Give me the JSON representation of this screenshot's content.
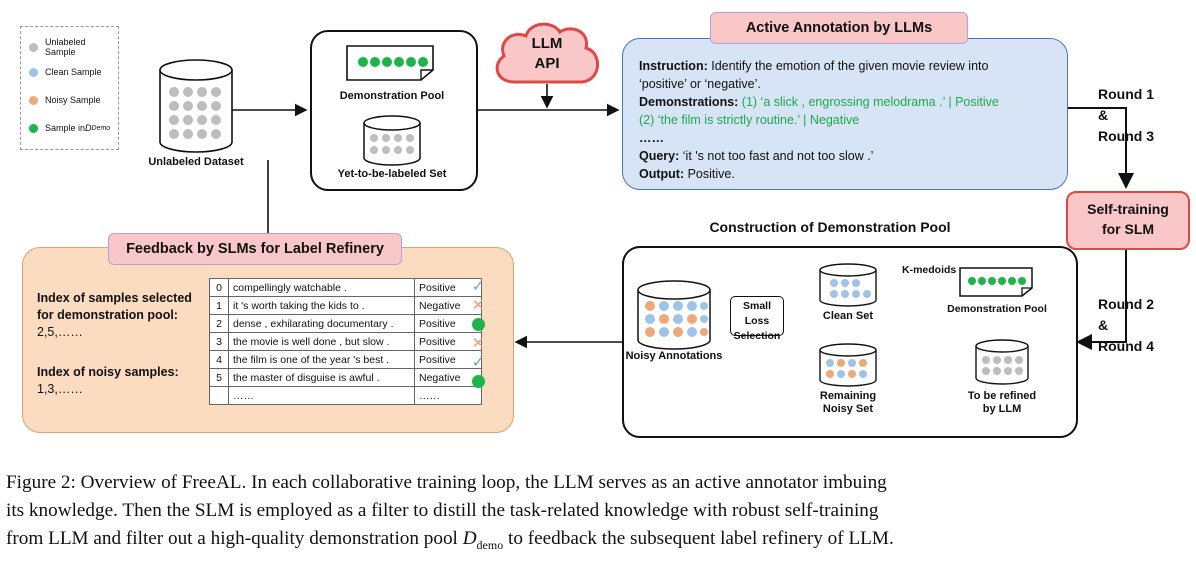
{
  "legend": {
    "items": [
      {
        "label": "Unlabeled Sample",
        "color": "#bdbdbd"
      },
      {
        "label": "Clean Sample",
        "color": "#9fc3e8"
      },
      {
        "label": "Noisy Sample",
        "color": "#f0a878"
      },
      {
        "label": "Sample in ",
        "color": "#1db44a",
        "math": "D",
        "sub": "Demo"
      }
    ]
  },
  "unlabeled_dataset": "Unlabeled Dataset",
  "pool_box": {
    "demo_pool": "Demonstration Pool",
    "yet_to_label": "Yet-to-be-labeled Set"
  },
  "llm_api": {
    "line1": "LLM",
    "line2": "API"
  },
  "active_annotation": {
    "title": "Active Annotation by LLMs",
    "instruction_label": "Instruction:",
    "instruction_text": " Identify the emotion of the given movie review into",
    "instruction_text2": "‘positive’ or ‘negative’.",
    "demonstrations_label": "Demonstrations:",
    "demo1": "  (1)  ‘a slick , engrossing melodrama .’ | Positive",
    "demo2": "(2) ‘the film is strictly routine.’ | Negative",
    "ellipsis": "……",
    "query_label": "Query:",
    "query_text": "  ‘it 's not too fast and not too slow .’",
    "output_label": "Output:",
    "output_text": " Positive."
  },
  "rounds": {
    "top": {
      "a": "Round 1",
      "b": "&",
      "c": "Round 3"
    },
    "bottom": {
      "a": "Round 2",
      "b": "&",
      "c": "Round 4"
    }
  },
  "self_training": {
    "line1": "Self-training",
    "line2": "for SLM"
  },
  "construction": {
    "title": "Construction of Demonstration Pool",
    "noisy_annotations": "Noisy Annotations",
    "small_loss": {
      "line1": "Small Loss",
      "line2": "Selection"
    },
    "clean_set": "Clean Set",
    "kmedoids": "K-medoids",
    "demo_pool": "Demonstration Pool",
    "remaining": {
      "line1": "Remaining",
      "line2": "Noisy Set"
    },
    "to_be_refined": {
      "line1": "To be refined",
      "line2": "by LLM"
    }
  },
  "feedback": {
    "title": "Feedback by SLMs for Label Refinery",
    "selected_label": {
      "line1": "Index of samples selected",
      "line2": "for demonstration pool:"
    },
    "selected_values": "2,5,……",
    "noisy_label": "Index of noisy samples:",
    "noisy_values": "1,3,……",
    "rows": [
      {
        "idx": "0",
        "text": "compellingly watchable .",
        "label": "Positive",
        "mark": "check"
      },
      {
        "idx": "1",
        "text": "it 's worth taking the kids to .",
        "label": "Negative",
        "mark": "cross"
      },
      {
        "idx": "2",
        "text": "dense , exhilarating documentary .",
        "label": "Positive",
        "mark": "dot"
      },
      {
        "idx": "3",
        "text": "the movie is well done , but slow .",
        "label": "Positive",
        "mark": "cross"
      },
      {
        "idx": "4",
        "text": "the film is one of the year 's best .",
        "label": "Positive",
        "mark": "check"
      },
      {
        "idx": "5",
        "text": "the master of disguise is awful .",
        "label": "Negative",
        "mark": "dot"
      },
      {
        "idx": "",
        "text": "……",
        "label": "……",
        "mark": ""
      }
    ]
  },
  "caption": {
    "line1": "Figure 2: Overview of FreeAL. In each collaborative training loop, the LLM serves as an active annotator imbuing",
    "line2": "its knowledge. Then the SLM is employed as a filter to distill the task-related knowledge with robust self-training",
    "line3a": "from LLM and filter out a high-quality demonstration pool ",
    "line3_math": "D",
    "line3_sub": "demo",
    "line3b": " to feedback the subsequent label refinery of LLM."
  }
}
